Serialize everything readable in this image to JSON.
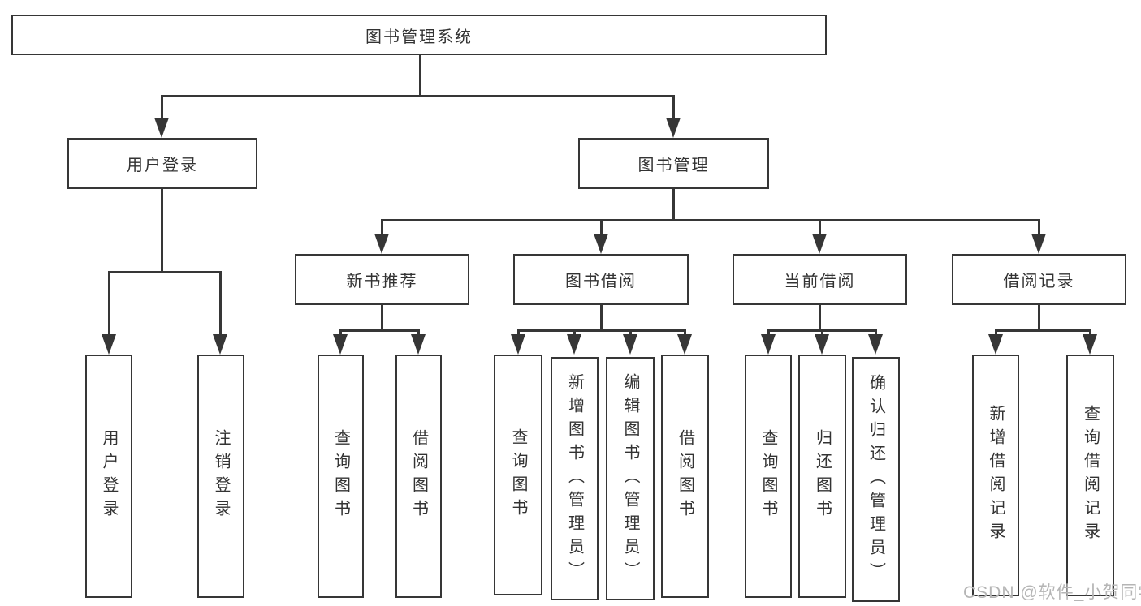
{
  "diagram": {
    "title": "图书管理系统",
    "watermark": "CSDN @软件_小贺同学",
    "colors": {
      "line": "#363636",
      "text": "#333333",
      "box_background": "#ffffff",
      "page_background": "#ffffff",
      "watermark": "#b5b5b5"
    },
    "nodes": {
      "root": {
        "label": "图书管理系统"
      },
      "user_login": {
        "label": "用户登录"
      },
      "book_mgmt": {
        "label": "图书管理"
      },
      "new_book_rec": {
        "label": "新书推荐"
      },
      "book_borrow": {
        "label": "图书借阅"
      },
      "current_borrow": {
        "label": "当前借阅"
      },
      "borrow_records": {
        "label": "借阅记录"
      },
      "leaf_user_login": {
        "label": "用户登录"
      },
      "leaf_logout": {
        "label": "注销登录"
      },
      "leaf_rec_query": {
        "label": "查询图书"
      },
      "leaf_rec_borrow": {
        "label": "借阅图书"
      },
      "leaf_bb_query": {
        "label": "查询图书"
      },
      "leaf_bb_add": {
        "label": "新增图书（管理员）"
      },
      "leaf_bb_edit": {
        "label": "编辑图书（管理员）"
      },
      "leaf_bb_borrow": {
        "label": "借阅图书"
      },
      "leaf_cb_query": {
        "label": "查询图书"
      },
      "leaf_cb_return": {
        "label": "归还图书"
      },
      "leaf_cb_confirm": {
        "label": "确认归还（管理员）"
      },
      "leaf_br_add": {
        "label": "新增借阅记录"
      },
      "leaf_br_query": {
        "label": "查询借阅记录"
      }
    },
    "hierarchy": [
      {
        "parent": "图书管理系统",
        "children": [
          "用户登录",
          "图书管理"
        ]
      },
      {
        "parent": "用户登录",
        "children": [
          "用户登录",
          "注销登录"
        ]
      },
      {
        "parent": "图书管理",
        "children": [
          "新书推荐",
          "图书借阅",
          "当前借阅",
          "借阅记录"
        ]
      },
      {
        "parent": "新书推荐",
        "children": [
          "查询图书",
          "借阅图书"
        ]
      },
      {
        "parent": "图书借阅",
        "children": [
          "查询图书",
          "新增图书（管理员）",
          "编辑图书（管理员）",
          "借阅图书"
        ]
      },
      {
        "parent": "当前借阅",
        "children": [
          "查询图书",
          "归还图书",
          "确认归还（管理员）"
        ]
      },
      {
        "parent": "借阅记录",
        "children": [
          "新增借阅记录",
          "查询借阅记录"
        ]
      }
    ]
  }
}
